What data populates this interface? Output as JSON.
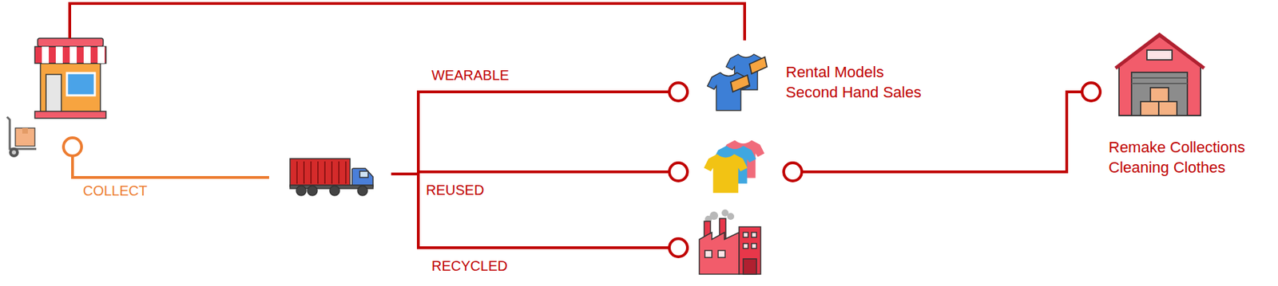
{
  "diagram": {
    "nodes": [
      {
        "text": []
      },
      {
        "text": []
      },
      {
        "text": [
          "Rental Models",
          "Second Hand Sales"
        ]
      },
      {
        "text": []
      },
      {
        "text": []
      },
      {
        "text": [
          "Remake Collections",
          "Cleaning Clothes"
        ]
      }
    ],
    "edges": [
      {
        "from": 0,
        "to": 1,
        "label": "COLLECT",
        "arrow": "none"
      },
      {
        "from": 1,
        "to": 2,
        "label": "WEARABLE",
        "arrow": "none"
      },
      {
        "from": 1,
        "to": 3,
        "label": "REUSED",
        "arrow": "none"
      },
      {
        "from": 1,
        "to": 4,
        "label": "RECYCLED",
        "arrow": "none"
      },
      {
        "from": 3,
        "to": 5,
        "arrow": "none"
      },
      {
        "from": 0,
        "to": 2,
        "arrow": "none"
      }
    ]
  }
}
